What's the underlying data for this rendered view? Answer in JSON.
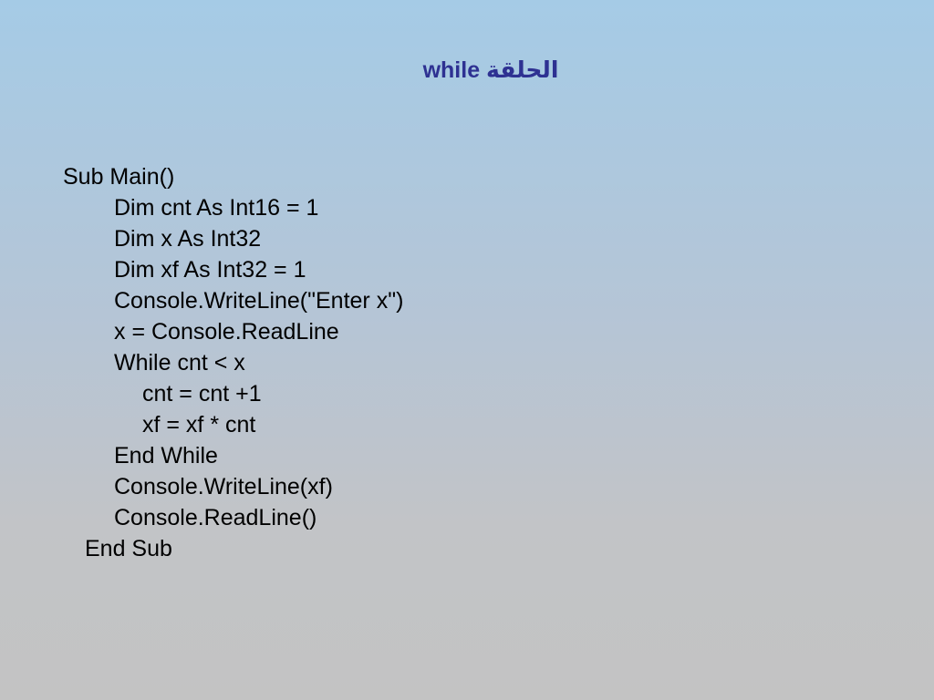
{
  "slide": {
    "title": "الحلقة while"
  },
  "code": {
    "lines": [
      "Sub Main()",
      "Dim cnt As Int16 = 1",
      "Dim x As Int32",
      "Dim xf As Int32 = 1",
      "Console.WriteLine(\"Enter x\")",
      "x = Console.ReadLine",
      "While cnt < x",
      "cnt = cnt +1",
      "xf = xf * cnt",
      "End While",
      "Console.WriteLine(xf)",
      "Console.ReadLine()",
      "End Sub"
    ]
  },
  "colors": {
    "title": "#2e3192",
    "code_text": "#000000",
    "background_top": "#a5cbe6",
    "background_bottom": "#c3c3c3"
  }
}
